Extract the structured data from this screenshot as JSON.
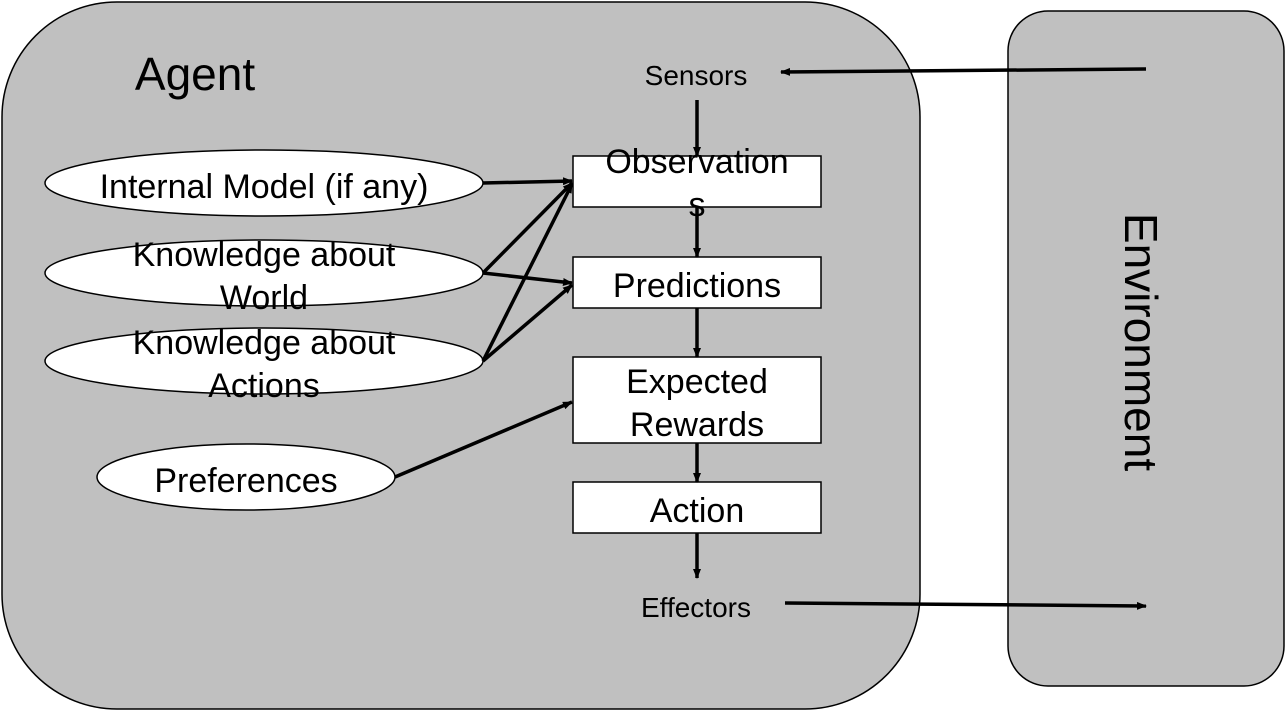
{
  "colors": {
    "panel_fill": "#c0c0c0",
    "node_fill": "#ffffff",
    "stroke": "#000000",
    "background": "#ffffff"
  },
  "agent": {
    "title": "Agent"
  },
  "environment": {
    "title": "Environment"
  },
  "io": {
    "sensors": "Sensors",
    "effectors": "Effectors"
  },
  "knowledge": {
    "internal_model": [
      "Internal Model (if any)"
    ],
    "world": [
      "Knowledge about",
      "World"
    ],
    "actions": [
      "Knowledge about",
      "Actions"
    ],
    "preferences": [
      "Preferences"
    ]
  },
  "pipeline": {
    "observations": [
      "Observation",
      "s"
    ],
    "predictions": [
      "Predictions"
    ],
    "expected_rewards": [
      "Expected",
      "Rewards"
    ],
    "action": [
      "Action"
    ]
  },
  "edges": [
    {
      "from": "Environment",
      "to": "Sensors"
    },
    {
      "from": "Sensors",
      "to": "Observations"
    },
    {
      "from": "Internal Model (if any)",
      "to": "Observations"
    },
    {
      "from": "Knowledge about World",
      "to": "Observations"
    },
    {
      "from": "Knowledge about World",
      "to": "Predictions"
    },
    {
      "from": "Knowledge about Actions",
      "to": "Observations"
    },
    {
      "from": "Knowledge about Actions",
      "to": "Predictions"
    },
    {
      "from": "Observations",
      "to": "Predictions"
    },
    {
      "from": "Predictions",
      "to": "Expected Rewards"
    },
    {
      "from": "Preferences",
      "to": "Expected Rewards"
    },
    {
      "from": "Expected Rewards",
      "to": "Action"
    },
    {
      "from": "Action",
      "to": "Effectors"
    },
    {
      "from": "Effectors",
      "to": "Environment"
    }
  ]
}
